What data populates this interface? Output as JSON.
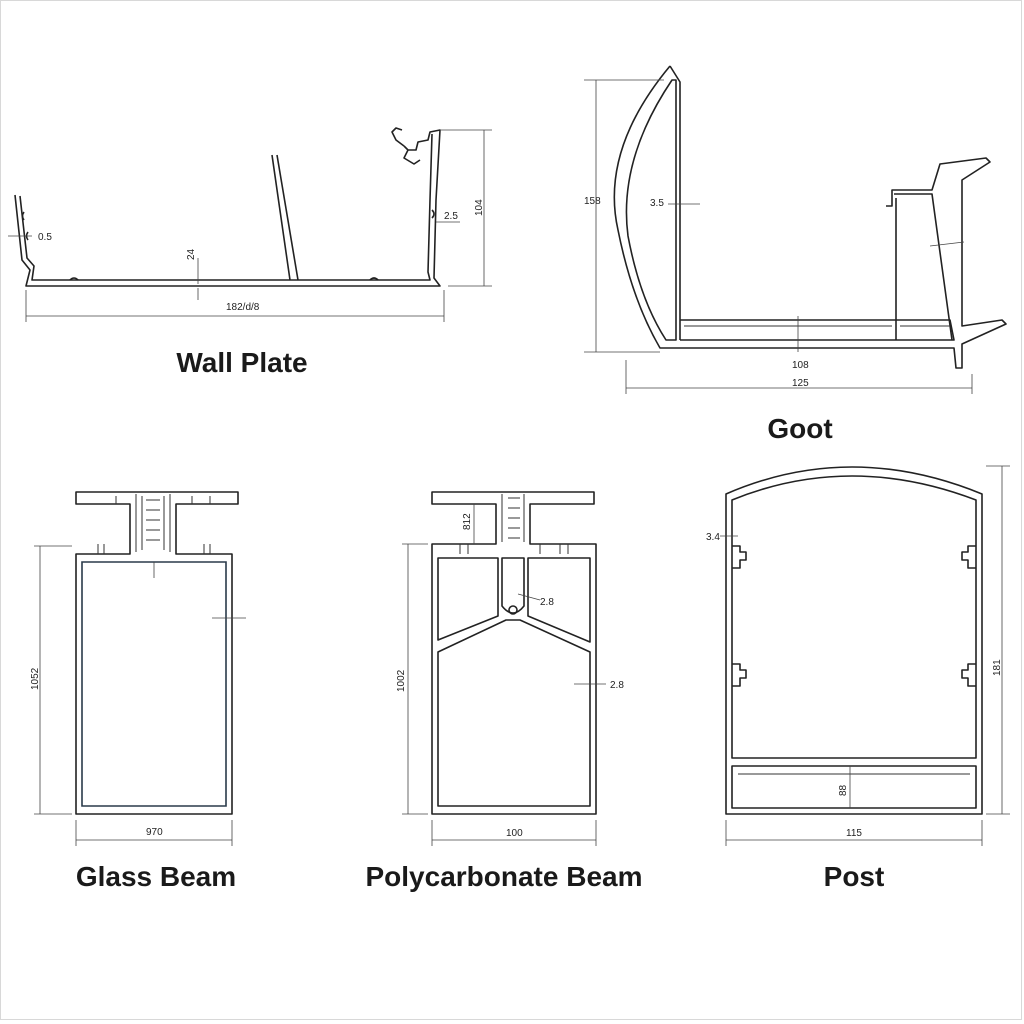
{
  "profiles": {
    "wall_plate": {
      "title": "Wall Plate",
      "dims": {
        "thickness": "0.5",
        "inner_height": "24",
        "width": "182/d/8",
        "wall": "2.5",
        "height": "104"
      }
    },
    "goot": {
      "title": "Goot",
      "dims": {
        "height": "158",
        "wall": "3.5",
        "inner_width": "108",
        "width": "125"
      }
    },
    "glass_beam": {
      "title": "Glass Beam",
      "dims": {
        "height": "1052",
        "width": "970"
      }
    },
    "polycarbonate_beam": {
      "title": "Polycarbonate Beam",
      "dims": {
        "top": "812",
        "height": "1002",
        "wall_a": "2.8",
        "wall_b": "2.8",
        "width": "100"
      }
    },
    "post": {
      "title": "Post",
      "dims": {
        "wall": "3.4",
        "height": "181",
        "lower": "88",
        "width": "115"
      }
    }
  }
}
